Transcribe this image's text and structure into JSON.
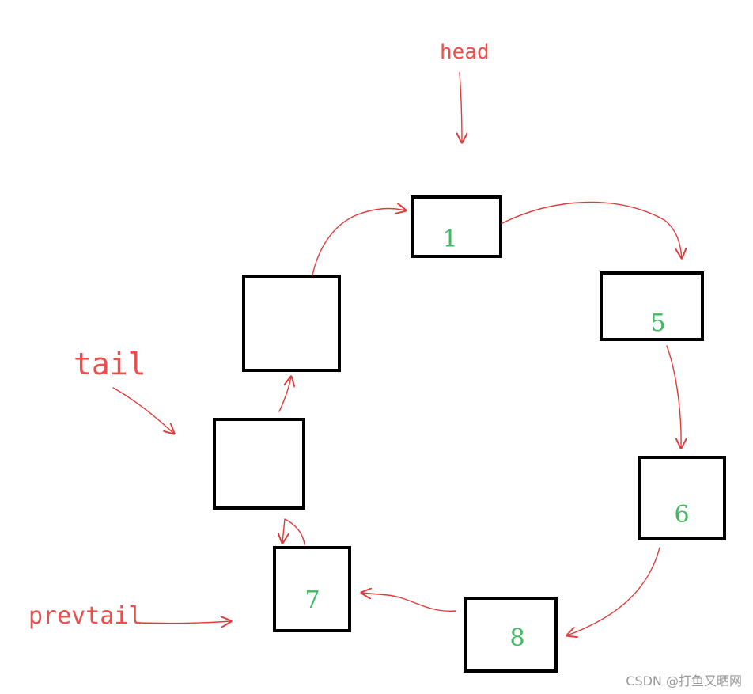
{
  "colors": {
    "node_border": "#000000",
    "value_text": "#3dbb5f",
    "pointer_text": "#ee4d4d",
    "arrow": "#e23a3a"
  },
  "nodes": [
    {
      "id": "n1",
      "value": "1"
    },
    {
      "id": "n5",
      "value": "5"
    },
    {
      "id": "n6",
      "value": "6"
    },
    {
      "id": "n8",
      "value": "8"
    },
    {
      "id": "n7",
      "value": "7"
    },
    {
      "id": "nlow",
      "value": ""
    },
    {
      "id": "nup",
      "value": ""
    }
  ],
  "pointers": {
    "head": "head",
    "tail": "tail",
    "prevtail": "prevtail"
  },
  "watermark": "CSDN @打鱼又晒网"
}
